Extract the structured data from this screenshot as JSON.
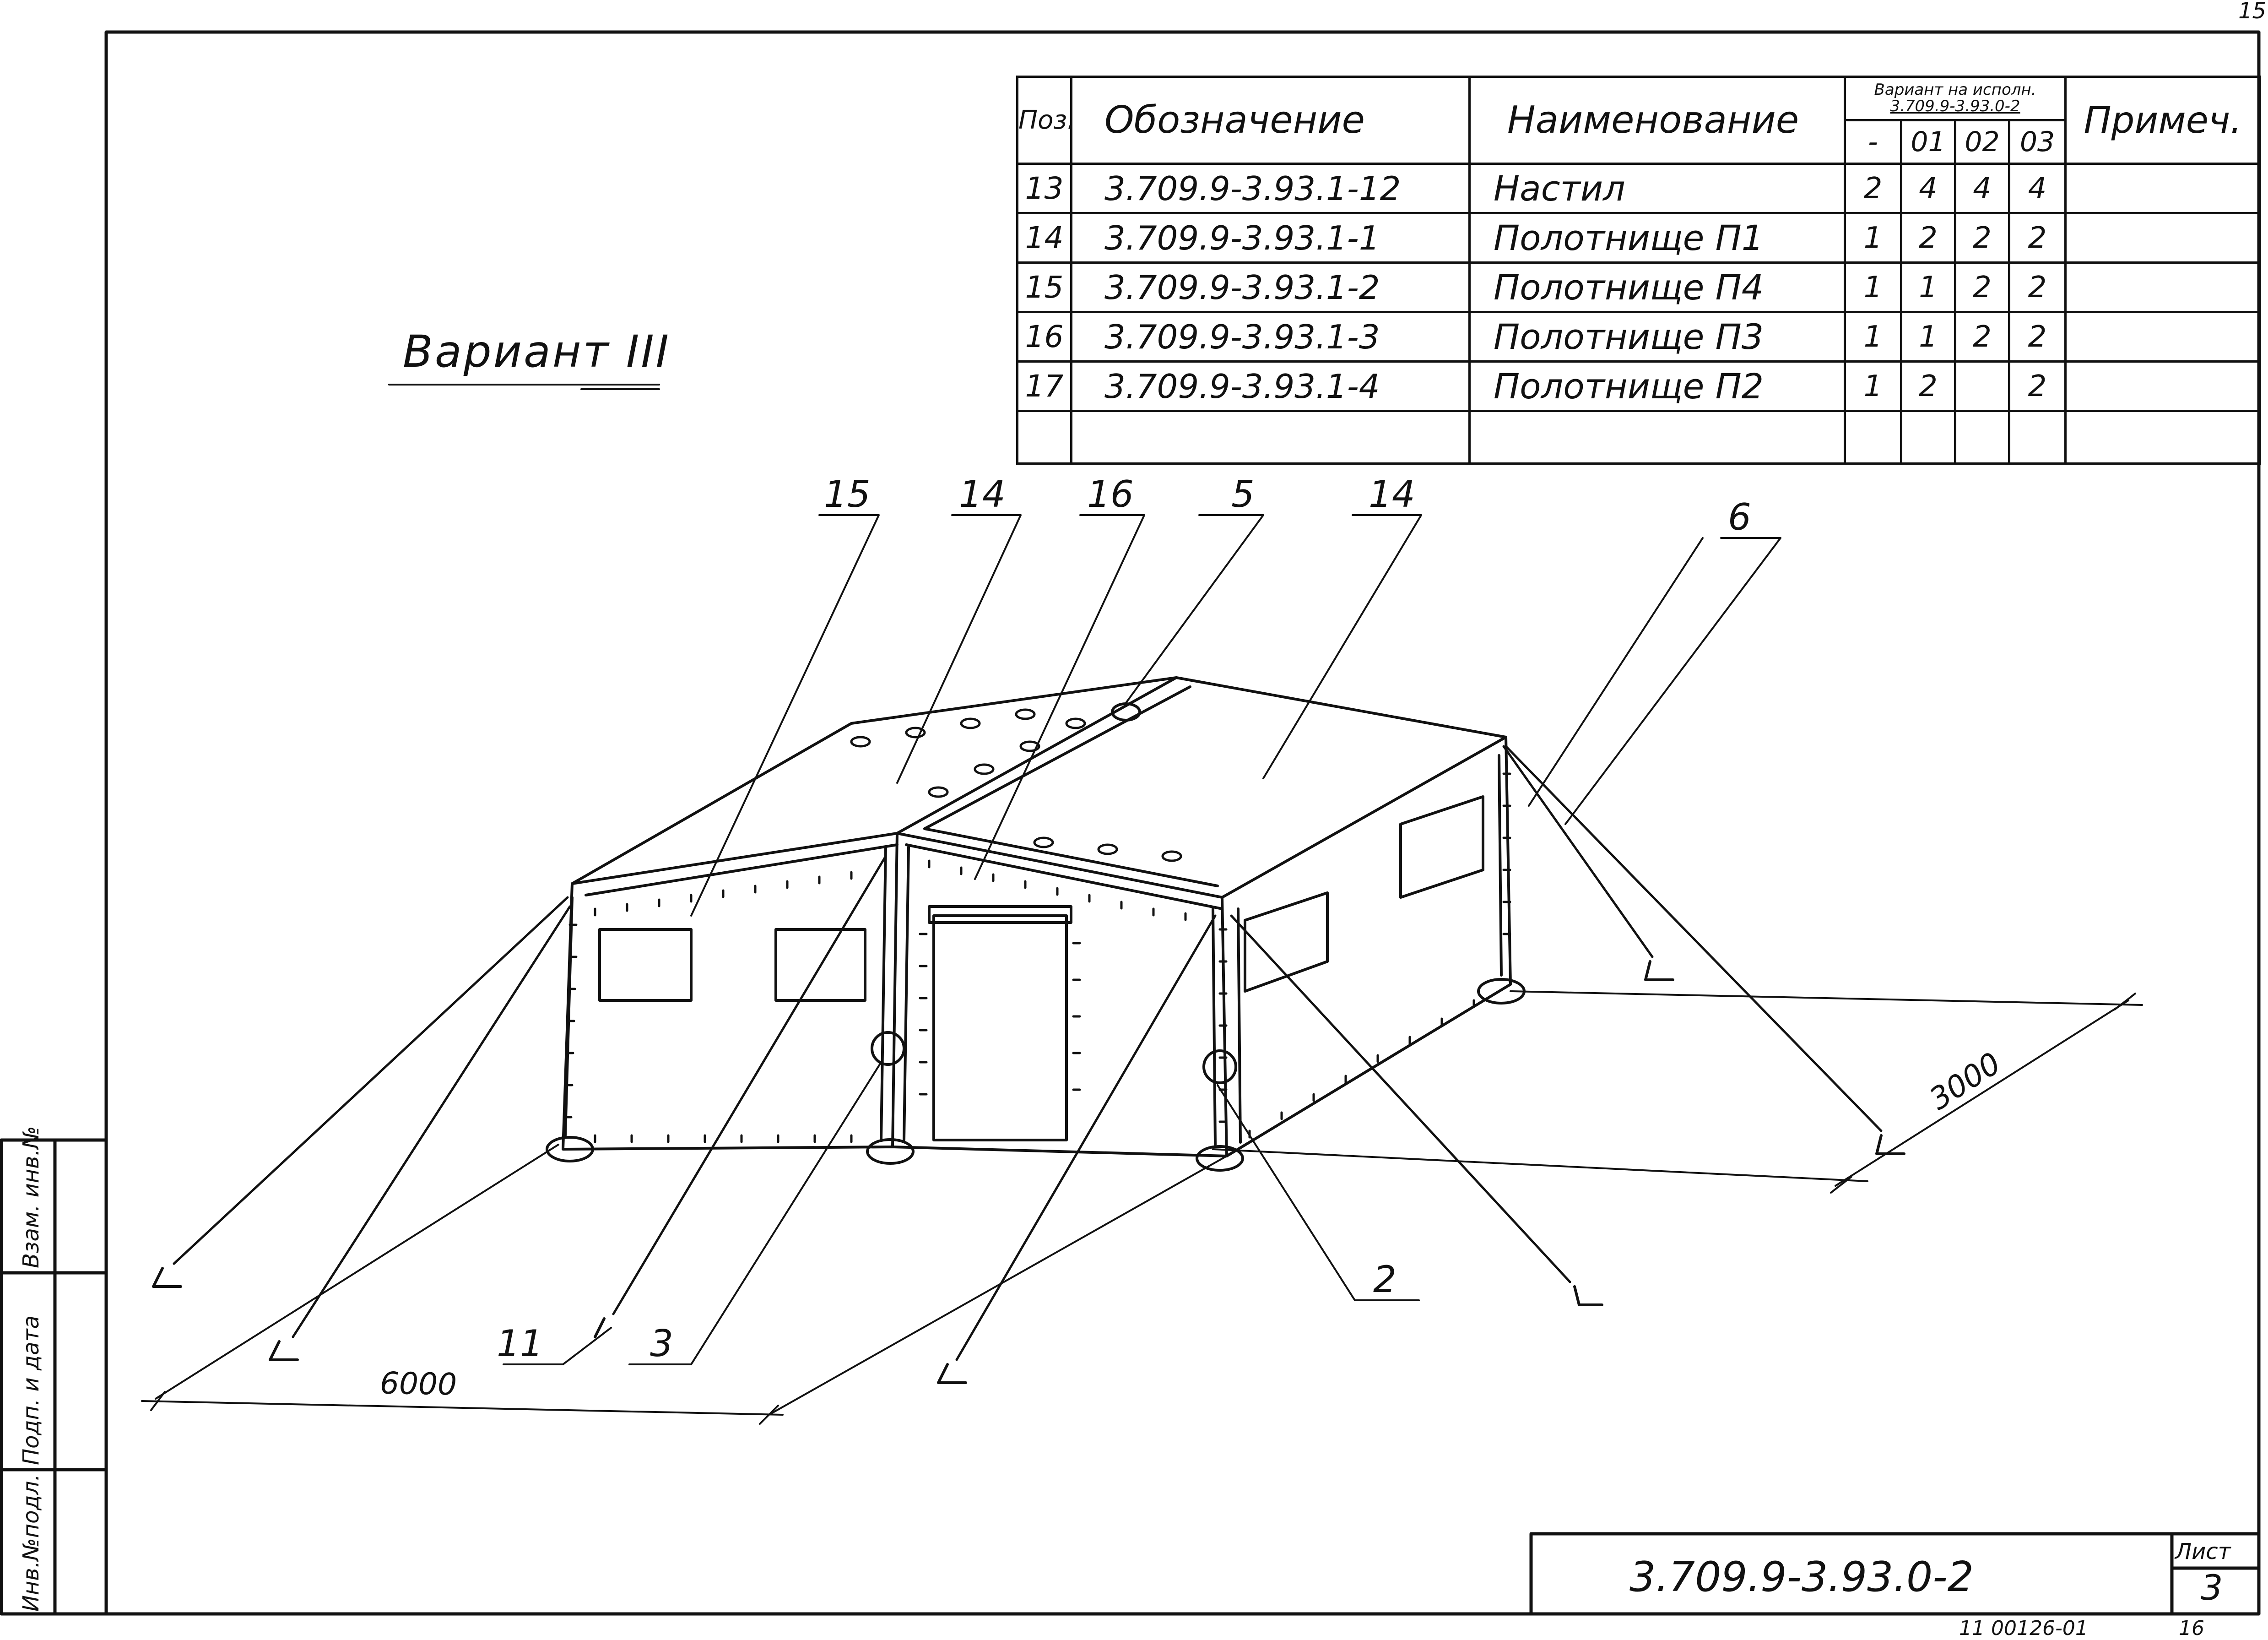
{
  "page": {
    "corner_number": "15",
    "variant_heading": "Вариант III"
  },
  "spec_table": {
    "headers": {
      "poz": "Поз.",
      "designation": "Обозначение",
      "name": "Наименование",
      "variant_line1": "Вариант на исполн.",
      "variant_line2": "3.709.9-3.93.0-2",
      "variant_cols": [
        "-",
        "01",
        "02",
        "03"
      ],
      "note": "Примеч."
    },
    "rows": [
      {
        "poz": "13",
        "designation": "3.709.9-3.93.1-12",
        "name": "Настил",
        "q": [
          "2",
          "4",
          "4",
          "4"
        ],
        "note": ""
      },
      {
        "poz": "14",
        "designation": "3.709.9-3.93.1-1",
        "name": "Полотнище П1",
        "q": [
          "1",
          "2",
          "2",
          "2"
        ],
        "note": ""
      },
      {
        "poz": "15",
        "designation": "3.709.9-3.93.1-2",
        "name": "Полотнище П4",
        "q": [
          "1",
          "1",
          "2",
          "2"
        ],
        "note": ""
      },
      {
        "poz": "16",
        "designation": "3.709.9-3.93.1-3",
        "name": "Полотнище П3",
        "q": [
          "1",
          "1",
          "2",
          "2"
        ],
        "note": ""
      },
      {
        "poz": "17",
        "designation": "3.709.9-3.93.1-4",
        "name": "Полотнище П2",
        "q": [
          "1",
          "2",
          "",
          "2"
        ],
        "note": ""
      },
      {
        "poz": "",
        "designation": "",
        "name": "",
        "q": [
          "",
          "",
          "",
          ""
        ],
        "note": ""
      }
    ]
  },
  "callouts": [
    "15",
    "14",
    "16",
    "5",
    "14",
    "6",
    "2",
    "11",
    "3"
  ],
  "dimensions": {
    "length": "6000",
    "width": "3000"
  },
  "side_strip": [
    "Инв.№подл.",
    "Подп. и дата",
    "Взам. инв.№"
  ],
  "title_block": {
    "designation": "3.709.9-3.93.0-2",
    "sheet_label": "Лист",
    "sheet_number": "3"
  },
  "footer": {
    "archive_number": "11 00126-01",
    "page_number": "16"
  }
}
